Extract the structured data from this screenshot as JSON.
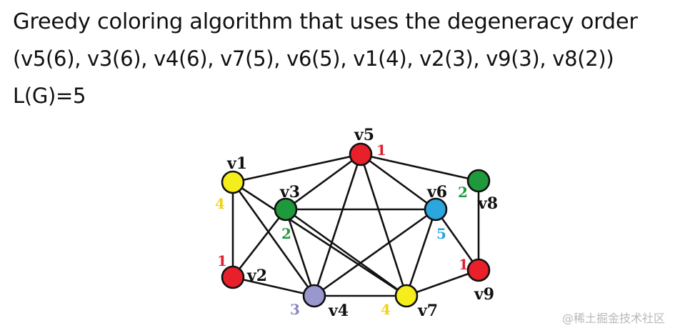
{
  "header": {
    "line1": "Greedy coloring algorithm that uses the degeneracy order",
    "line2": "(v5(6), v3(6), v4(6), v7(5), v6(5), v1(4), v2(3), v9(3), v8(2))",
    "line3": "L(G)=5"
  },
  "palette": {
    "1": "#e8202a",
    "2": "#1e9a3c",
    "3": "#9a97cf",
    "4": "#f6ee1c",
    "5": "#2ba6df"
  },
  "label_colors": {
    "1": "#e02030",
    "2": "#1f9a3c",
    "3": "#8a88c4",
    "4": "#f2d21a",
    "5": "#2aa3de"
  },
  "graph": {
    "vertices": [
      {
        "id": "v1",
        "label": "v1",
        "color_index": "4",
        "color_label": "4"
      },
      {
        "id": "v2",
        "label": "v2",
        "color_index": "1",
        "color_label": "1"
      },
      {
        "id": "v3",
        "label": "v3",
        "color_index": "2",
        "color_label": "2"
      },
      {
        "id": "v4",
        "label": "v4",
        "color_index": "3",
        "color_label": "3"
      },
      {
        "id": "v5",
        "label": "v5",
        "color_index": "1",
        "color_label": "1"
      },
      {
        "id": "v6",
        "label": "v6",
        "color_index": "5",
        "color_label": "5"
      },
      {
        "id": "v7",
        "label": "v7",
        "color_index": "4",
        "color_label": "4"
      },
      {
        "id": "v8",
        "label": "v8",
        "color_index": "2",
        "color_label": "2"
      },
      {
        "id": "v9",
        "label": "v9",
        "color_index": "1",
        "color_label": "1"
      }
    ],
    "edges": [
      [
        "v1",
        "v5"
      ],
      [
        "v1",
        "v2"
      ],
      [
        "v1",
        "v4"
      ],
      [
        "v1",
        "v7"
      ],
      [
        "v2",
        "v3"
      ],
      [
        "v3",
        "v5"
      ],
      [
        "v3",
        "v6"
      ],
      [
        "v3",
        "v4"
      ],
      [
        "v3",
        "v7"
      ],
      [
        "v4",
        "v5"
      ],
      [
        "v4",
        "v6"
      ],
      [
        "v2",
        "v4"
      ],
      [
        "v4",
        "v7"
      ],
      [
        "v5",
        "v6"
      ],
      [
        "v5",
        "v7"
      ],
      [
        "v5",
        "v8"
      ],
      [
        "v6",
        "v7"
      ],
      [
        "v6",
        "v9"
      ],
      [
        "v8",
        "v9"
      ],
      [
        "v7",
        "v9"
      ]
    ]
  },
  "watermark": "@稀土掘金技术社区"
}
